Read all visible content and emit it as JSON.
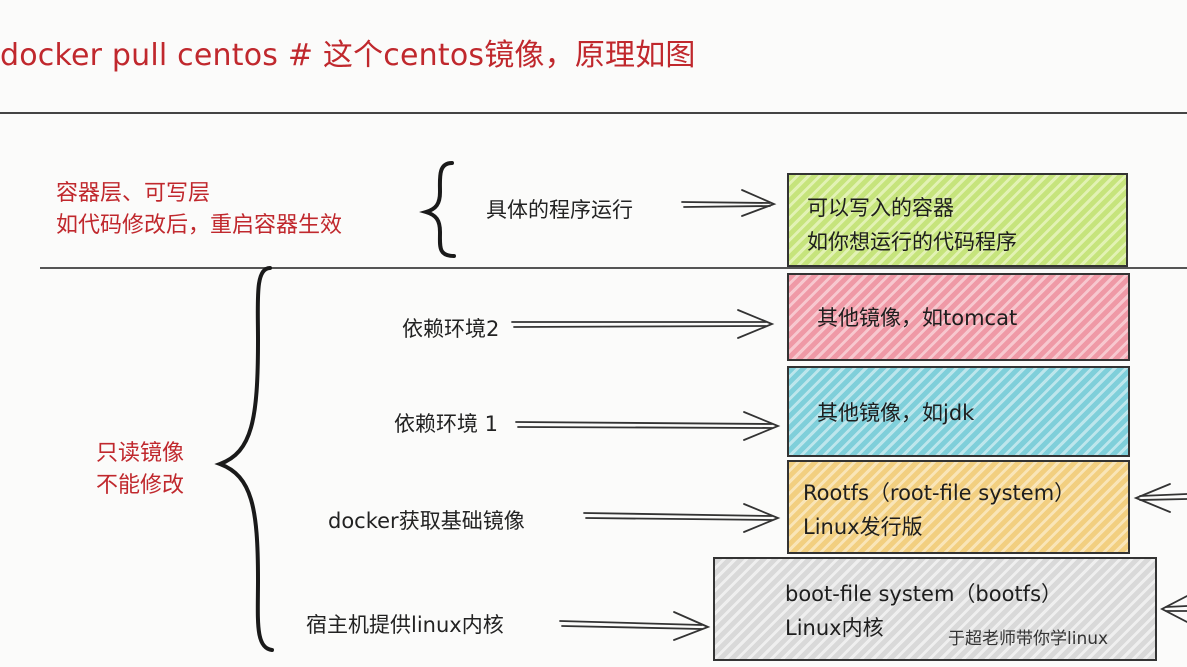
{
  "heading": "docker pull centos  # 这个centos镜像，原理如图",
  "notes": {
    "container_layer": [
      "容器层、可写层",
      "如代码修改后，重启容器生效"
    ],
    "readonly_image": [
      "只读镜像",
      "不能修改"
    ]
  },
  "labels": {
    "program_run": "具体的程序运行",
    "dependency_2": "依赖环境2",
    "dependency_1": "依赖环境 1",
    "base_image": "docker获取基础镜像",
    "host_kernel": "宿主机提供linux内核"
  },
  "layers": {
    "container": [
      "可以写入的容器",
      "如你想运行的代码程序"
    ],
    "tomcat": [
      "其他镜像，如tomcat"
    ],
    "jdk": [
      "其他镜像，如jdk"
    ],
    "rootfs": [
      "Rootfs（root-file system）",
      "Linux发行版"
    ],
    "bootfs": [
      "boot-file system（bootfs）",
      "Linux内核"
    ]
  },
  "watermark": "于超老师带你学linux",
  "colors": {
    "accent_red": "#c0282d",
    "container_green": "#c6e47c",
    "tomcat_pink": "#ef99a6",
    "jdk_cyan": "#7fcfda",
    "rootfs_orange": "#f2cf80",
    "bootfs_gray": "#d9d9d9"
  }
}
